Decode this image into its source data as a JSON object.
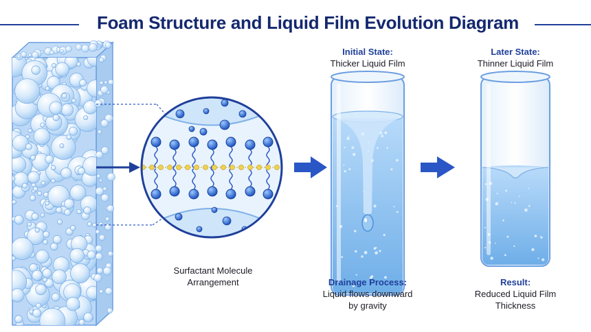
{
  "title": "Foam Structure and Liquid Film Evolution Diagram",
  "labels": {
    "surfactant": {
      "line1": "Surfactant Molecule",
      "line2": "Arrangement"
    },
    "initial": {
      "heading": "Initial State:",
      "text": "Thicker Liquid Film"
    },
    "later": {
      "heading": "Later State:",
      "text": "Thinner Liquid Film"
    },
    "drainage": {
      "heading": "Drainage Process:",
      "line1": "Liquid flows downward",
      "line2": "by gravity"
    },
    "result": {
      "heading": "Result:",
      "line1": "Reduced Liquid Film",
      "line2": "Thickness"
    }
  },
  "colors": {
    "title": "#14286e",
    "accent": "#1f3f9a",
    "arrow": "#2a56c6",
    "liquid": "#8cc1f2",
    "bubble": "#d6e9fb",
    "bubble_stroke": "#7fb0e6",
    "molecule_head": "#2e6fd6",
    "interface": "#f0d154"
  }
}
